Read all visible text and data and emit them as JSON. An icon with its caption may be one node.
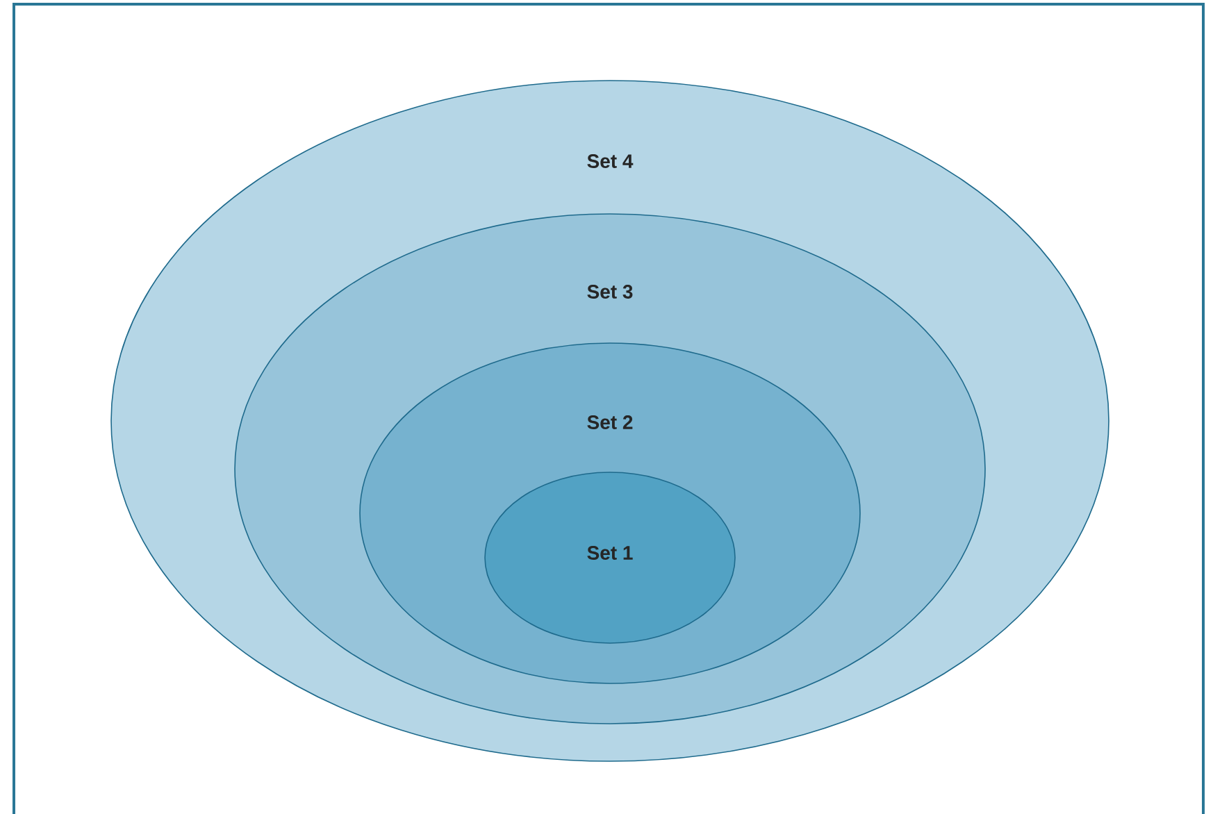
{
  "diagram": {
    "nodes": [
      {
        "text": [
          "Set 4"
        ]
      },
      {
        "text": [
          "Set 3"
        ],
        "in": 0
      },
      {
        "text": [
          "Set 2"
        ],
        "in": 1
      },
      {
        "text": [
          "Set 1"
        ],
        "in": 2
      }
    ]
  }
}
